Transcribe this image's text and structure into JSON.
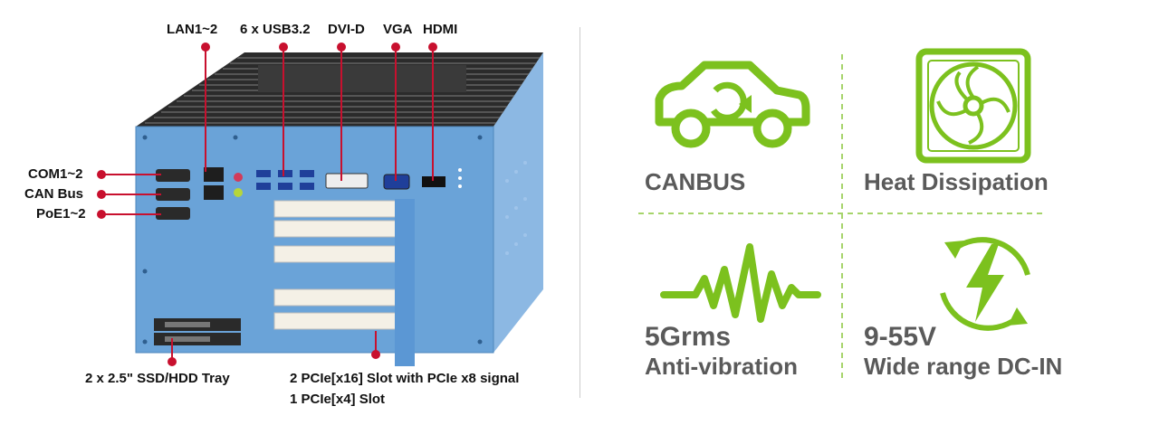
{
  "callouts": {
    "lan": "LAN1~2",
    "usb": "6 x USB3.2",
    "dvi": "DVI-D",
    "vga": "VGA",
    "hdmi": "HDMI",
    "com": "COM1~2",
    "can": "CAN Bus",
    "poe": "PoE1~2",
    "tray": "2 x 2.5\" SSD/HDD Tray",
    "pcie_line1": "2 PCIe[x16] Slot with PCIe x8 signal",
    "pcie_line2": "1 PCIe[x4] Slot"
  },
  "features": {
    "canbus": "CANBUS",
    "heat": "Heat Dissipation",
    "vibration_value": "5Grms",
    "vibration_label": "Anti-vibration",
    "power_value": "9-55V",
    "power_label": "Wide range DC-IN"
  },
  "colors": {
    "accent_green": "#7cc11e",
    "callout_red": "#c8102e",
    "chassis_blue": "#6aa3d8",
    "text_gray": "#5a5a5a"
  },
  "icons": [
    "car-cycle-icon",
    "fan-icon",
    "vibration-wave-icon",
    "power-cycle-icon"
  ]
}
